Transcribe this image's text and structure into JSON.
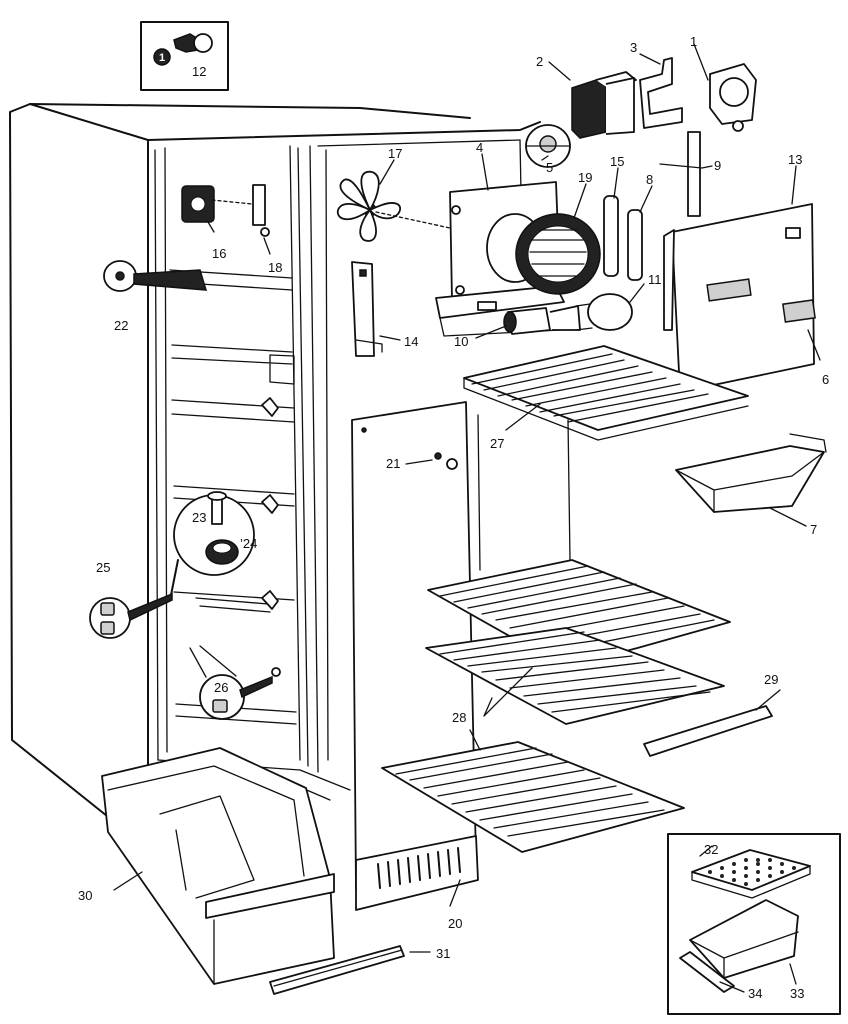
{
  "diagram": {
    "labels": {
      "p1": "1",
      "p2": "2",
      "p3": "3",
      "p4": "4",
      "p5": "5",
      "p6": "6",
      "p7": "7",
      "p8": "8",
      "p9": "9",
      "p10": "10",
      "p11": "11",
      "p12": "12",
      "p13": "13",
      "p14": "14",
      "p15": "15",
      "p16": "16",
      "p17": "17",
      "p18": "18",
      "p19": "19",
      "p20": "20",
      "p21": "21",
      "p22": "22",
      "p23": "23",
      "p24": "’24",
      "p25": "25",
      "p26": "26",
      "p27": "27",
      "p28": "28",
      "p29": "29",
      "p30": "30",
      "p31": "31",
      "p32": "32",
      "p33": "33",
      "p34": "34"
    },
    "badge_text": "1"
  }
}
